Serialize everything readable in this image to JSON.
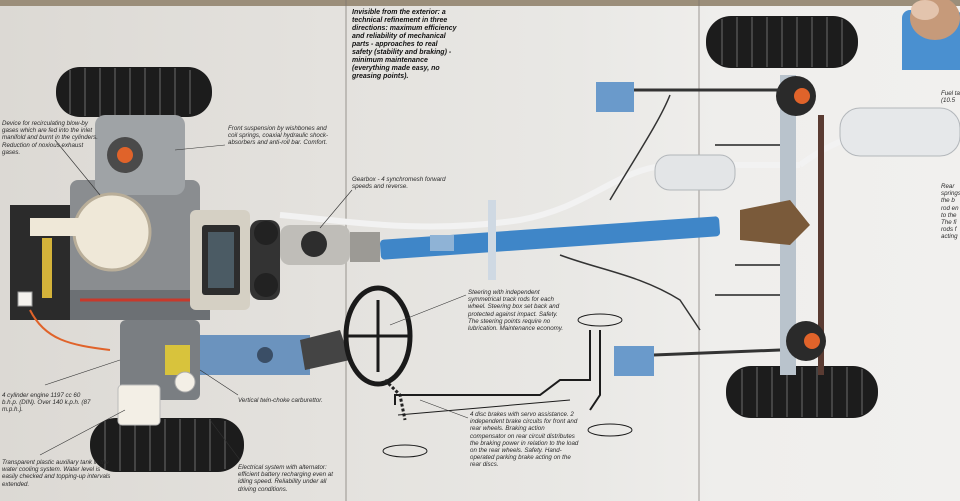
{
  "captions": {
    "intro": "Invisible from the exterior: a technical refinement in three directions: maximum efficiency and reliability of mechanical parts - approaches to real safety (stability and braking) - minimum maintenance (everything made easy, no greasing points).",
    "blowby": "Device for recirculating blow-by gases which are fed into the inlet manifold and burnt in the cylinders. Reduction of noxious exhaust gases.",
    "front_suspension": "Front suspension by wishbones and coil springs, coaxial hydraulic shock-absorbers and anti-roll bar. Comfort.",
    "gearbox": "Gearbox - 4 synchromesh forward speeds and reverse.",
    "steering": "Steering with independent symmetrical track rods for each wheel. Steering box set back and protected against impact. Safety. The steering points require no lubrication. Maintenance economy.",
    "brakes": "4 disc brakes with servo assistance. 2 independent brake circuits for front and rear wheels. Braking action compensator on rear circuit distributes the braking power in relation to the load on the rear wheels. Safety. Hand-operated parking brake acting on the rear discs.",
    "engine": "4 cylinder engine 1197 cc 60 b.h.p. (DIN). Over 140 k.p.h. (87 m.p.h.).",
    "carburettor": "Vertical twin-choke carburettor.",
    "tank": "Transparent plastic auxiliary tank in the water cooling system. Water level is easily checked and topping-up intervals extended.",
    "electrical": "Electrical system with alternator: efficient battery recharging even at idling speed. Reliability under all driving conditions.",
    "fuel_tank": "Fuel ta (10.5",
    "rear": "Rear springs the b rod en to the The fi rods f acting"
  },
  "colors": {
    "frame_blue": "#3f86c8",
    "tyre": "#1c1c1c",
    "accent_orange": "#e0632a",
    "paper": "#e6e4e0"
  }
}
